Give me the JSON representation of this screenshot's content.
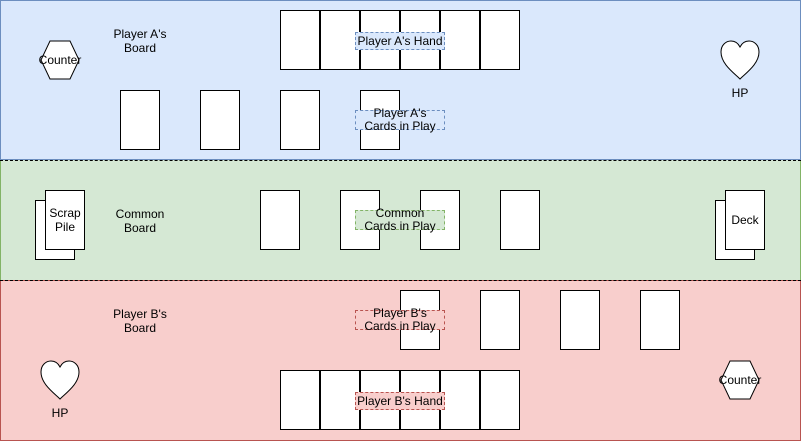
{
  "colors": {
    "zone_a_fill": "#dae8fc",
    "zone_a_stroke": "#6c8ebf",
    "zone_common_fill": "#d5e8d4",
    "zone_common_stroke": "#82b366",
    "zone_b_fill": "#f8cecc",
    "zone_b_stroke": "#b85450"
  },
  "player_a": {
    "board_label": "Player A's\nBoard",
    "hand_label": "Player A's Hand",
    "cards_in_play_label": "Player A's\nCards in Play",
    "counter_label": "Counter",
    "hp_label": "HP"
  },
  "common": {
    "board_label": "Common\nBoard",
    "cards_in_play_label": "Common\nCards in Play",
    "scrap_pile_label": "Scrap\nPile",
    "deck_label": "Deck"
  },
  "player_b": {
    "board_label": "Player B's\nBoard",
    "hand_label": "Player B's Hand",
    "cards_in_play_label": "Player B's\nCards in Play",
    "counter_label": "Counter",
    "hp_label": "HP"
  }
}
